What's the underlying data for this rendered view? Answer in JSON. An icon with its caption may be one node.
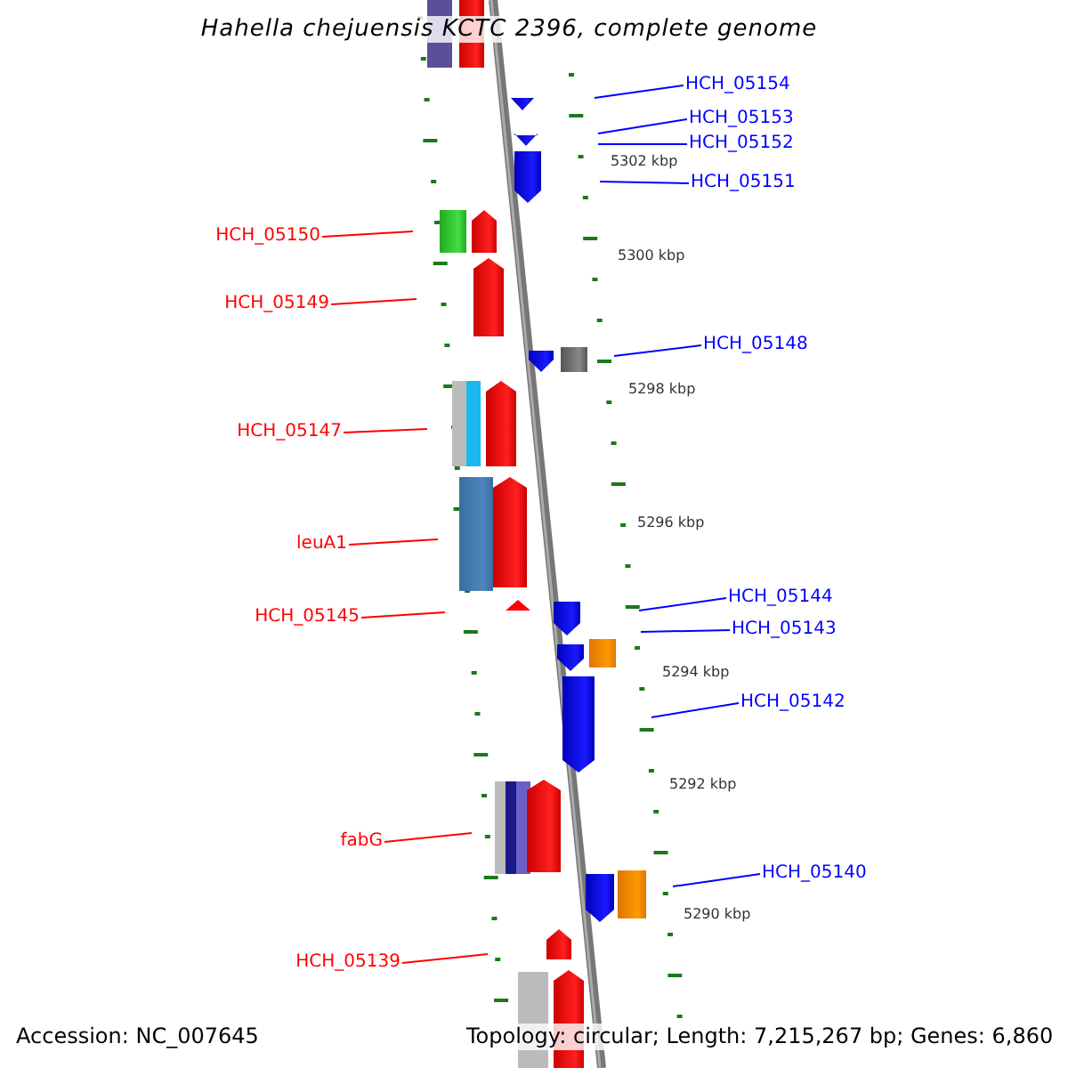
{
  "diagram": {
    "title": "Hahella chejuensis KCTC 2396, complete genome",
    "nodes": [
      {
        "text": [
          "HCH_05154"
        ]
      },
      {
        "text": [
          "HCH_05153"
        ]
      },
      {
        "text": [
          "HCH_05152"
        ]
      },
      {
        "text": [
          "HCH_05151"
        ]
      },
      {
        "text": [
          "HCH_05150"
        ]
      },
      {
        "text": [
          "HCH_05149"
        ]
      },
      {
        "text": [
          "HCH_05148"
        ]
      },
      {
        "text": [
          "HCH_05147"
        ]
      },
      {
        "text": [
          "leuA1"
        ]
      },
      {
        "text": [
          "HCH_05144"
        ]
      },
      {
        "text": [
          "HCH_05145"
        ]
      },
      {
        "text": [
          "HCH_05143"
        ]
      },
      {
        "text": [
          "HCH_05142"
        ]
      },
      {
        "text": [
          "fabG"
        ]
      },
      {
        "text": [
          "HCH_05140"
        ]
      },
      {
        "text": [
          "HCH_05139"
        ]
      }
    ],
    "edges": [
      {
        "from": 0,
        "to": null,
        "arrow": "none"
      },
      {
        "from": 1,
        "to": null,
        "arrow": "none"
      },
      {
        "from": 2,
        "to": null,
        "arrow": "none"
      },
      {
        "from": 3,
        "to": null,
        "arrow": "none"
      },
      {
        "from": 4,
        "to": null,
        "arrow": "none",
        "color": "#ff0000"
      },
      {
        "from": 5,
        "to": null,
        "arrow": "none",
        "color": "#ff0000"
      },
      {
        "from": 6,
        "to": null,
        "arrow": "none"
      },
      {
        "from": 7,
        "to": null,
        "arrow": "none",
        "color": "#ff0000"
      },
      {
        "from": 8,
        "to": null,
        "arrow": "none",
        "color": "#ff0000"
      },
      {
        "from": 9,
        "to": null,
        "arrow": "none"
      },
      {
        "from": 10,
        "to": null,
        "arrow": "none",
        "color": "#ff0000"
      },
      {
        "from": 11,
        "to": null,
        "arrow": "none"
      },
      {
        "from": 12,
        "to": null,
        "arrow": "none"
      },
      {
        "from": 13,
        "to": null,
        "arrow": "none",
        "color": "#ff0000"
      },
      {
        "from": 14,
        "to": null,
        "arrow": "none"
      },
      {
        "from": 15,
        "to": null,
        "arrow": "none",
        "color": "#ff0000"
      }
    ],
    "labels": [
      "5302 kbp",
      "5300 kbp",
      "5298 kbp",
      "5296 kbp",
      "5294 kbp",
      "5292 kbp",
      "5290 kbp",
      "Accession: NC_007645",
      "Topology: circular; Length: 7,215,267 bp; Genes: 6,860"
    ]
  }
}
